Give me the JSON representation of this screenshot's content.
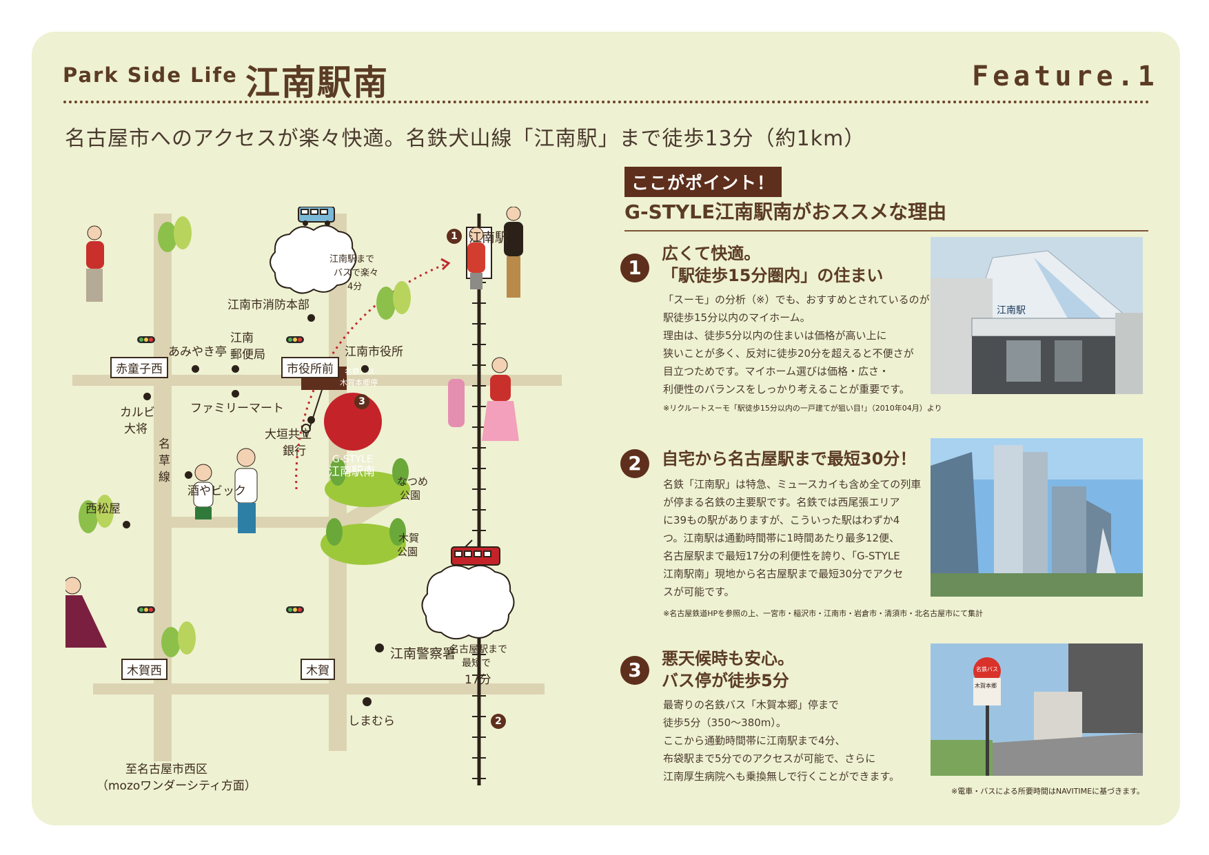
{
  "header": {
    "subtitle": "Park Side Life",
    "title": "江南駅南",
    "feature": "Feature.1"
  },
  "lead": "名古屋市へのアクセスが楽々快適。名鉄犬山線「江南駅」まで徒歩13分（約1km）",
  "point_tag": "ここがポイント！",
  "reason_title": "G-STYLE江南駅南がおススメな理由",
  "points": [
    {
      "num": "1",
      "title_lines": [
        "広くて快適。",
        "「駅徒歩15分圏内」の住まい"
      ],
      "body_lines": [
        "「スーモ」の分析（※）でも、おすすめとされているのが",
        "駅徒歩15分以内のマイホーム。",
        "理由は、徒歩5分以内の住まいは価格が高い上に",
        "狭いことが多く、反対に徒歩20分を超えると不便さが",
        "目立つためです。マイホーム選びは価格・広さ・",
        "利便性のバランスをしっかり考えることが重要です。"
      ],
      "note": "※リクルートスーモ「駅徒歩15分以内の一戸建てが狙い目!」（2010年04月）より",
      "photo_sign": "江南駅"
    },
    {
      "num": "2",
      "title_lines": [
        "自宅から名古屋駅まで最短30分！"
      ],
      "body_lines": [
        "名鉄「江南駅」は特急、ミュースカイも含め全ての列車",
        "が停まる名鉄の主要駅です。名鉄では西尾張エリア",
        "に39もの駅がありますが、こういった駅はわずか4",
        "つ。江南駅は通勤時間帯に1時間あたり最多12便、",
        "名古屋駅まで最短17分の利便性を誇り、「G-STYLE",
        "江南駅南」現地から名古屋駅まで最短30分でアクセ",
        "スが可能です。"
      ],
      "note": "※名古屋鉄道HPを参照の上、一宮市・稲沢市・江南市・岩倉市・清須市・北名古屋市にて集計"
    },
    {
      "num": "3",
      "title_lines": [
        "悪天候時も安心。",
        "バス停が徒歩5分"
      ],
      "body_lines": [
        "最寄りの名鉄バス「木賀本郷」停まで",
        "徒歩5分（350〜380m）。",
        "ここから通勤時間帯に江南駅まで4分、",
        "布袋駅まで5分でのアクセスが可能で、さらに",
        "江南厚生病院へも乗換無しで行くことができます。"
      ],
      "photo_sign_1": "名鉄バス",
      "photo_sign_2": "木賀本郷"
    }
  ],
  "footnote": "※電車・バスによる所要時間はNAVITIMEに基づきます。",
  "map": {
    "station": "江南駅",
    "bus_bubble": [
      "江南駅まで",
      "バスで楽々",
      "4分"
    ],
    "train_bubble": [
      "名古屋駅まで",
      "最短で",
      "17分"
    ],
    "g_style": [
      "G-STYLE",
      "江南駅南"
    ],
    "bus_stop": [
      "名鉄バス",
      "木賀本郷停"
    ],
    "park1": [
      "なつめ",
      "公園"
    ],
    "park2": [
      "木賀",
      "公園"
    ],
    "signs": {
      "akadoji": "赤童子西",
      "shiyakusho_mae": "市役所前",
      "kiganishi": "木賀西",
      "kiga": "木賀"
    },
    "labels": {
      "fire": "江南市消防本部",
      "amiyaki": "あみやき亭",
      "post1": "江南",
      "post2": "郵便局",
      "cityhall": "江南市役所",
      "karubi1": "カルビ",
      "karubi2": "大将",
      "family": "ファミリーマート",
      "bank1": "大垣共立",
      "bank2": "銀行",
      "meiso1": "名",
      "meiso2": "草",
      "meiso3": "線",
      "sakeya": "酒やビック",
      "nishimatsuya": "西松屋",
      "police": "江南警察署",
      "shimamura": "しまむら",
      "dest1": "至名古屋市西区",
      "dest2": "（mozoワンダーシティ方面）"
    },
    "markers": [
      "1",
      "2",
      "3"
    ]
  }
}
